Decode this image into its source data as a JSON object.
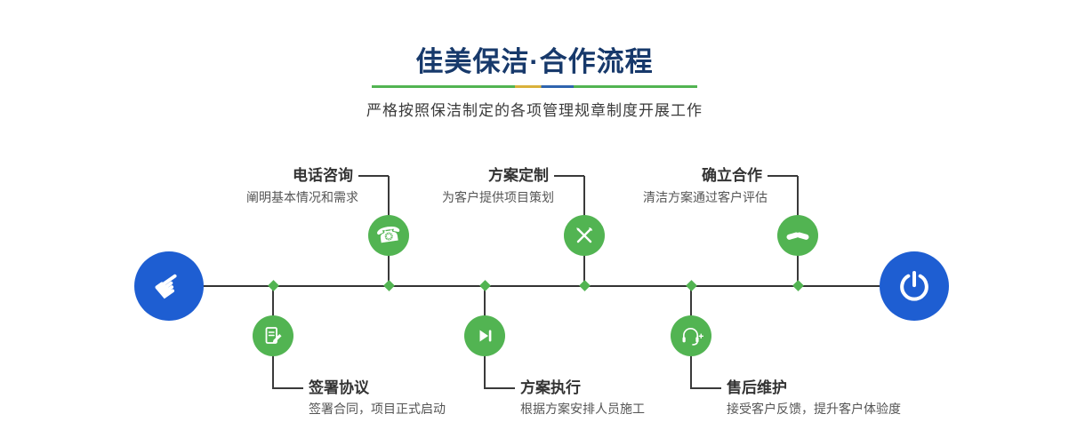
{
  "header": {
    "title": "佳美保洁·合作流程",
    "subtitle": "严格按照保洁制定的各项管理规章制度开展工作"
  },
  "timeline": {
    "start": {
      "icon": "pointing-hand-icon",
      "glyph": "☛"
    },
    "end": {
      "icon": "power-icon"
    },
    "steps": [
      {
        "title": "签署协议",
        "desc": "签署合同，项目正式启动",
        "position": "bottom",
        "icon": "document-pen-icon"
      },
      {
        "title": "电话咨询",
        "desc": "阐明基本情况和需求",
        "position": "top",
        "icon": "phone-icon",
        "glyph": "☎"
      },
      {
        "title": "方案执行",
        "desc": "根据方案安排人员施工",
        "position": "bottom",
        "icon": "play-next-icon"
      },
      {
        "title": "方案定制",
        "desc": "为客户提供项目策划",
        "position": "top",
        "icon": "crossed-tools-icon"
      },
      {
        "title": "售后维护",
        "desc": "接受客户反馈，提升客户体验度",
        "position": "bottom",
        "icon": "headset-plus-icon"
      },
      {
        "title": "确立合作",
        "desc": "清洁方案通过客户评估",
        "position": "top",
        "icon": "handshake-icon"
      }
    ]
  },
  "colors": {
    "title_navy": "#17396b",
    "accent_green": "#52b452",
    "accent_blue": "#1e5ed2",
    "line_dark": "#333333",
    "underline_yellow": "#d9b13b",
    "underline_blue": "#2e64ae"
  }
}
